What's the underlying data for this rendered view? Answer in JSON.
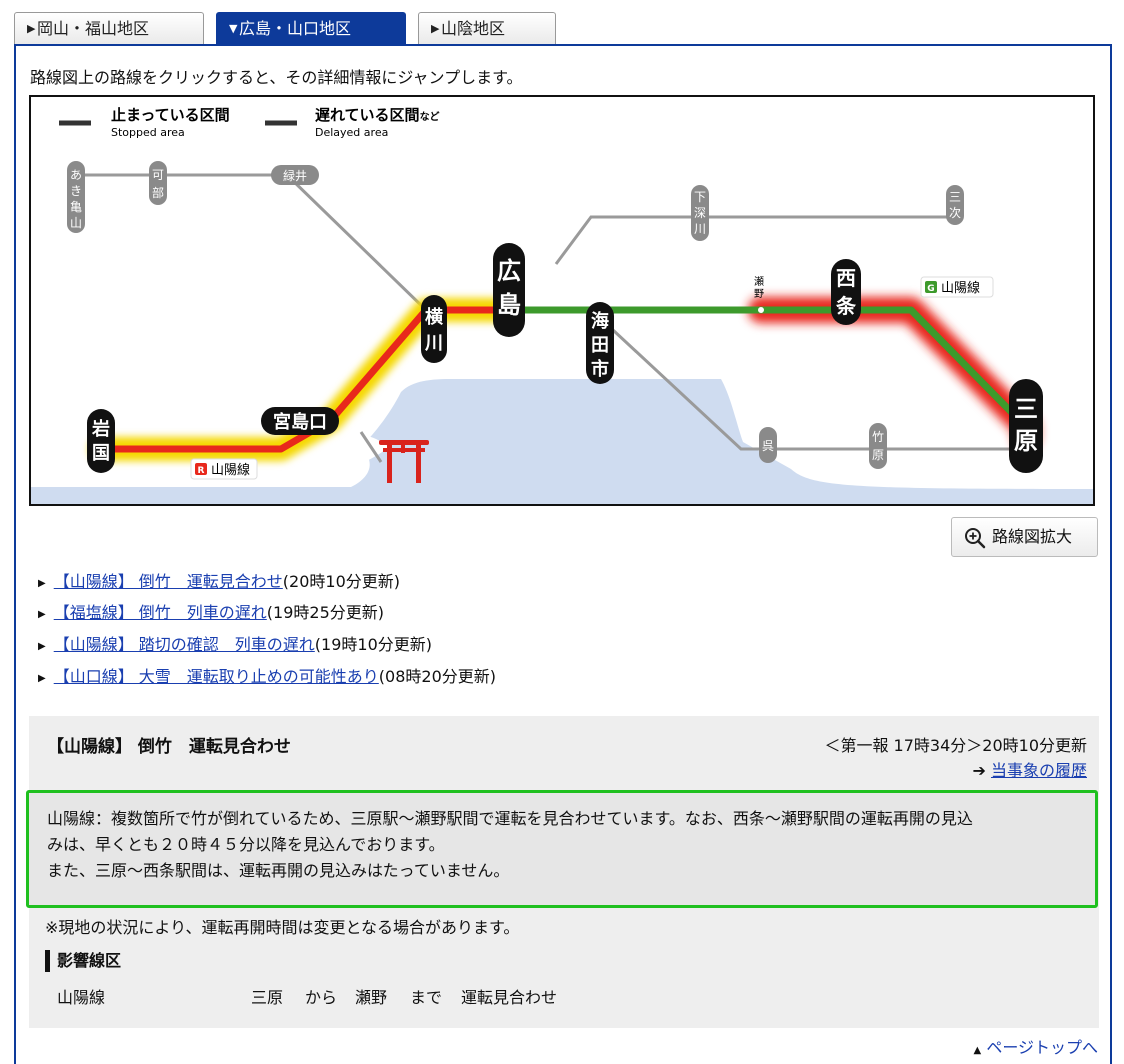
{
  "tabs": [
    {
      "label": "岡山・福山地区",
      "marker": "▶"
    },
    {
      "label": "広島・山口地区",
      "marker": "▼"
    },
    {
      "label": "山陰地区",
      "marker": "▶"
    }
  ],
  "intro": "路線図上の路線をクリックすると、その詳細情報にジャンプします。",
  "legend": {
    "stopped_jp": "止まっている区間",
    "stopped_en": "Stopped area",
    "delayed_jp": "遅れている区間",
    "delayed_suffix": "など",
    "delayed_en": "Delayed area"
  },
  "stations": {
    "aki_kameyama": [
      "あ",
      "き",
      "亀",
      "山"
    ],
    "kabe": [
      "可",
      "部"
    ],
    "midorii": "緑井",
    "shimofukawa": [
      "下",
      "深",
      "川"
    ],
    "miyoshi": [
      "三",
      "次"
    ],
    "hiroshima": [
      "広",
      "島"
    ],
    "yokogawa": [
      "横",
      "川"
    ],
    "kaitaichi": [
      "海",
      "田",
      "市"
    ],
    "seno": [
      "瀬",
      "野"
    ],
    "saijo": [
      "西",
      "条"
    ],
    "mihara": [
      "三",
      "原"
    ],
    "iwakuni": [
      "岩",
      "国"
    ],
    "miyajimaguchi": "宮島口",
    "kure": "呉",
    "takehara": [
      "竹",
      "原"
    ]
  },
  "line_badges": {
    "g_mark": "G",
    "g_label": "山陽線",
    "r_mark": "R",
    "r_label": "山陽線"
  },
  "colors": {
    "stopped": "#e8281c",
    "delayed": "#f5d800",
    "normal": "#3d9a2c",
    "grey_line": "#9a9a9a",
    "sea": "#cfdcf0",
    "tab_active": "#0d3a9a",
    "link": "#1a3fb0",
    "alert_border": "#1fc01f"
  },
  "zoom_button": {
    "label": "路線図拡大",
    "icon": "zoom-in-icon"
  },
  "news": [
    {
      "link": "【山陽線】 倒竹　運転見合わせ",
      "time": "(20時10分更新)"
    },
    {
      "link": "【福塩線】 倒竹　列車の遅れ",
      "time": "(19時25分更新)"
    },
    {
      "link": "【山陽線】 踏切の確認　列車の遅れ",
      "time": "(19時10分更新)"
    },
    {
      "link": "【山口線】 大雪　運転取り止めの可能性あり",
      "time": "(08時20分更新)"
    }
  ],
  "detail": {
    "title": "【山陽線】 倒竹　運転見合わせ",
    "time": "＜第一報 17時34分＞20時10分更新",
    "history_arrow": "➔",
    "history_link": "当事象の履歴",
    "message_lines": [
      "山陽線：複数箇所で竹が倒れているため、三原駅～瀬野駅間で運転を見合わせています。なお、西条～瀬野駅間の運転再開の見込",
      "みは、早くとも２０時４５分以降を見込んでおります。",
      "また、三原～西条駅間は、運転再開の見込みはたっていません。"
    ],
    "note": "※現地の状況により、運転再開時間は変更となる場合があります。",
    "affected_heading": "影響線区",
    "affected": {
      "line": "山陽線",
      "from": "三原",
      "kara": "から",
      "to": "瀬野",
      "made": "まで",
      "status": "運転見合わせ"
    }
  },
  "page_top": "ページトップへ",
  "page_top_marker": "▲"
}
